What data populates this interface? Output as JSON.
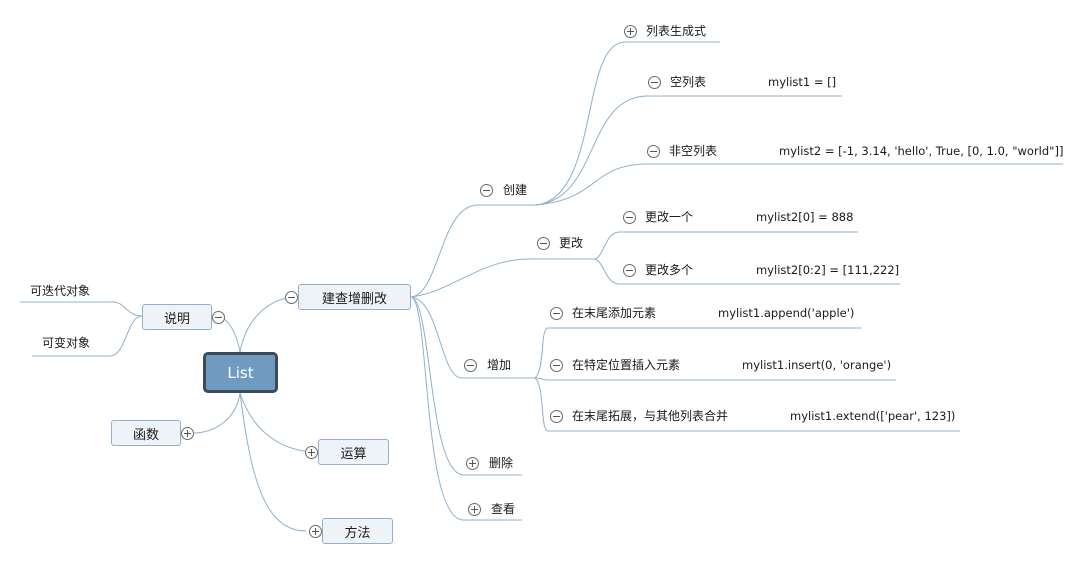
{
  "root": "List",
  "left_branches": {
    "shuoming": {
      "label": "说明",
      "children": [
        "可迭代对象",
        "可变对象"
      ]
    },
    "hanshu": {
      "label": "函数"
    }
  },
  "right_branches": {
    "crud": {
      "label": "建查增删改"
    },
    "yunsuan": {
      "label": "运算"
    },
    "fangfa": {
      "label": "方法"
    }
  },
  "crud": {
    "chuangjian": {
      "label": "创建",
      "items": [
        {
          "label": "列表生成式",
          "code": ""
        },
        {
          "label": "空列表",
          "code": "mylist1 = []"
        },
        {
          "label": "非空列表",
          "code": "mylist2 = [-1, 3.14, 'hello', True, [0, 1.0, \"world\"]]"
        }
      ]
    },
    "genggai": {
      "label": "更改",
      "items": [
        {
          "label": "更改一个",
          "code": "mylist2[0] = 888"
        },
        {
          "label": "更改多个",
          "code": "mylist2[0:2] = [111,222]"
        }
      ]
    },
    "zengjia": {
      "label": "增加",
      "items": [
        {
          "label": "在末尾添加元素",
          "code": "mylist1.append('apple')"
        },
        {
          "label": "在特定位置插入元素",
          "code": "mylist1.insert(0, 'orange')"
        },
        {
          "label": "在末尾拓展，与其他列表合并",
          "code": "mylist1.extend(['pear', 123])"
        }
      ]
    },
    "shanchu": {
      "label": "删除"
    },
    "chakan": {
      "label": "查看"
    }
  }
}
